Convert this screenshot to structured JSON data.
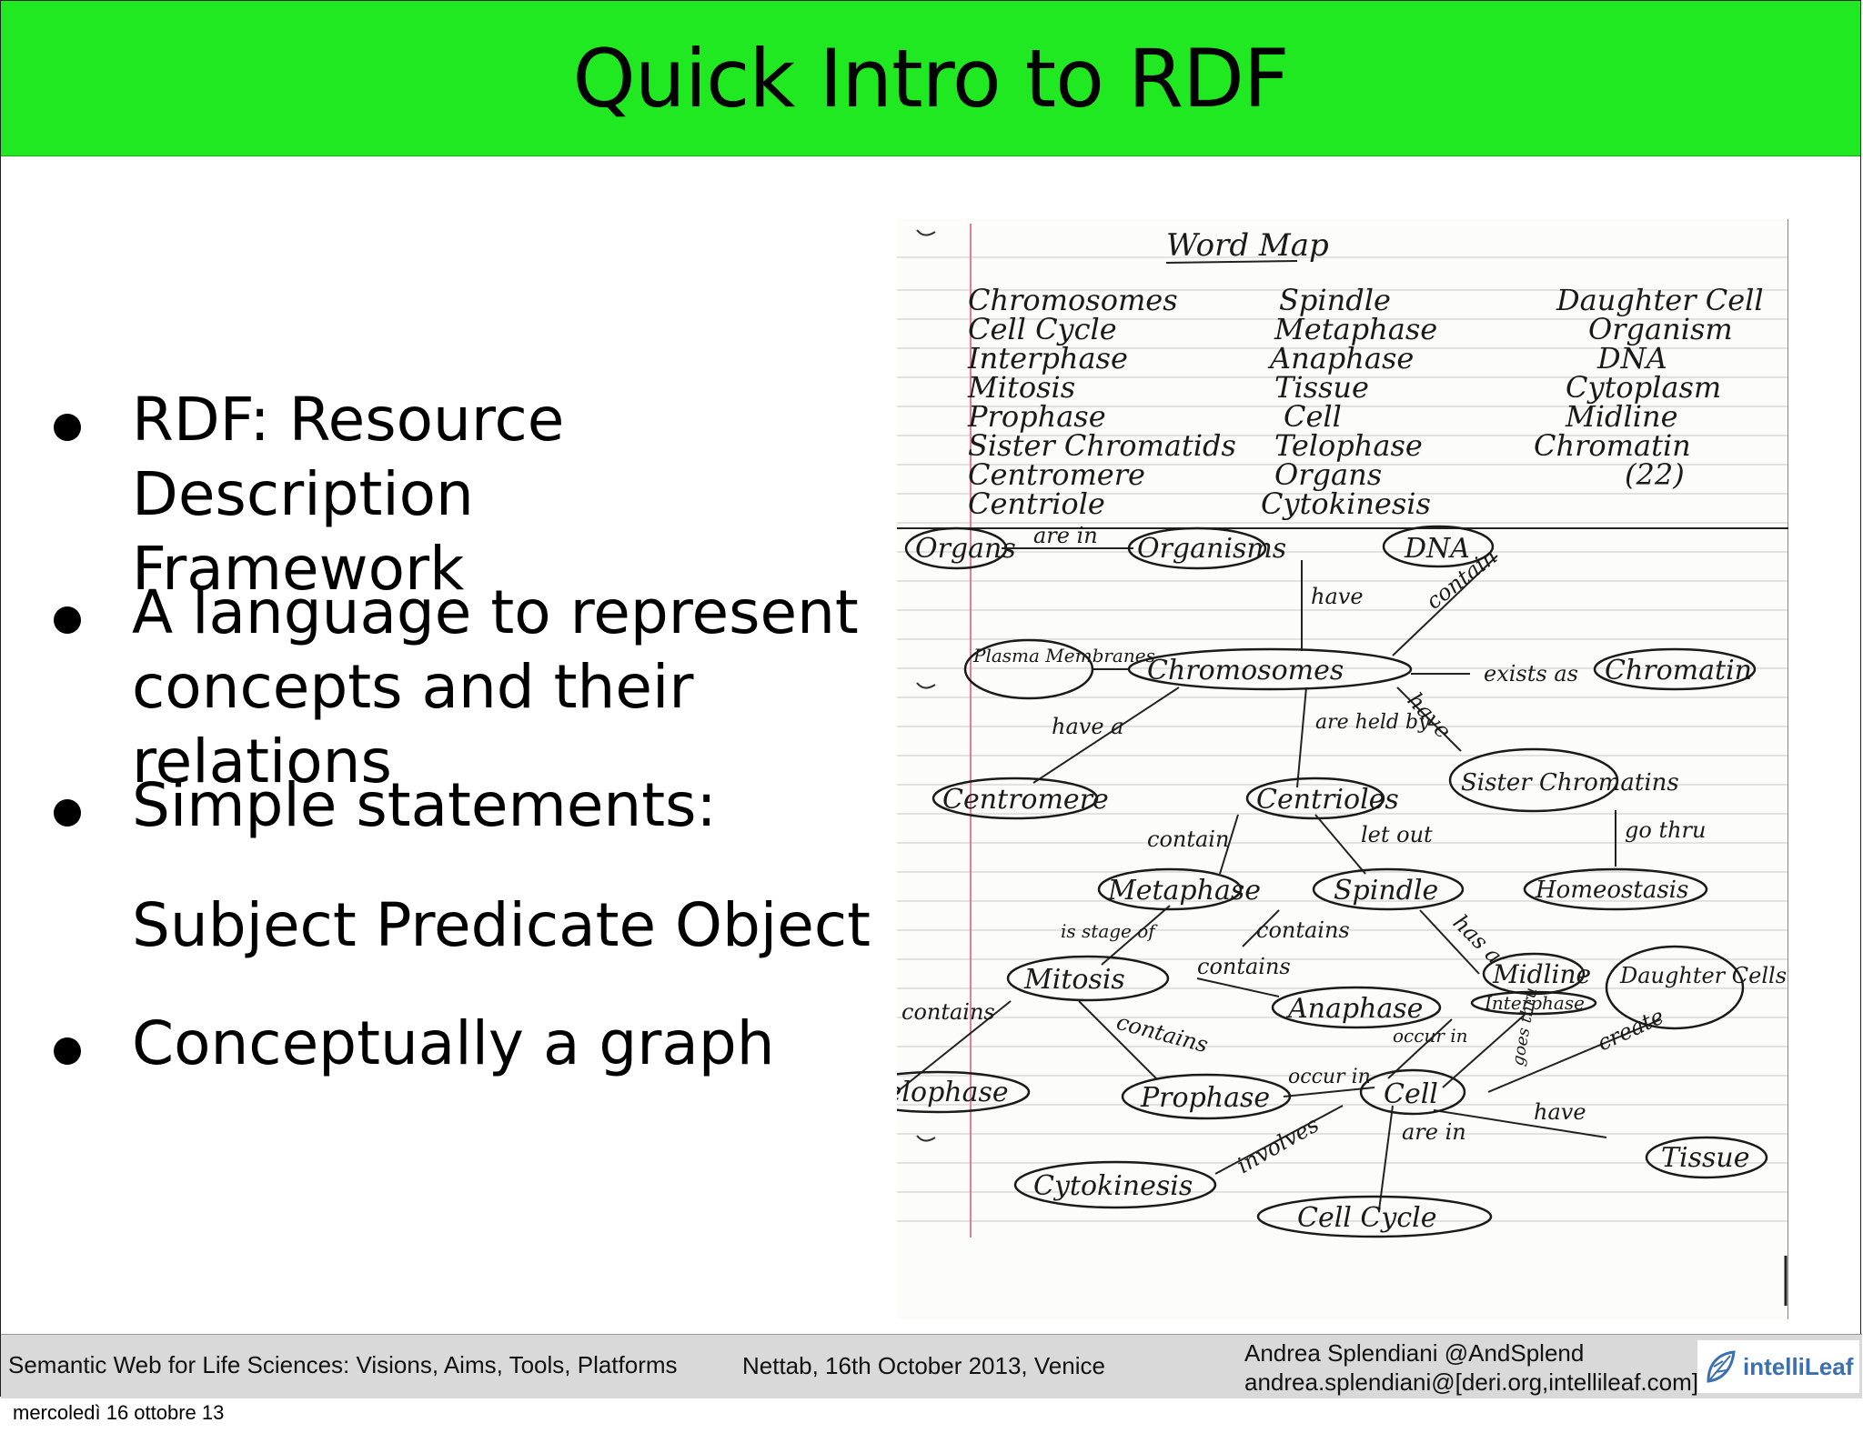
{
  "slide": {
    "title": "Quick Intro to RDF",
    "bullets": [
      {
        "line1": "RDF: Resource Description",
        "line2": "Framework"
      },
      {
        "line1": "A language to represent",
        "line2": "concepts and their relations"
      },
      {
        "line1": "Simple statements:",
        "line2": ""
      },
      {
        "line1": "Conceptually a graph",
        "line2": ""
      }
    ],
    "sub_statement": "Subject Predicate Object"
  },
  "word_map": {
    "heading": "Word Map",
    "word_list_col1": [
      "Chromosomes",
      "Cell Cycle",
      "Interphase",
      "Mitosis",
      "Prophase",
      "Sister Chromatids",
      "Centromere",
      "Centriole"
    ],
    "word_list_col2": [
      "Spindle",
      "Metaphase",
      "Anaphase",
      "Tissue",
      "Cell",
      "Telophase",
      "Organs",
      "Cytokinesis"
    ],
    "word_list_col3": [
      "Daughter Cell",
      "Organism",
      "DNA",
      "Cytoplasm",
      "Midline",
      "Chromatin",
      "(22)"
    ],
    "nodes": {
      "organs": "Organs",
      "organisms": "Organisms",
      "dna": "DNA",
      "plasma": "Plasma Membranes",
      "chromosomes": "Chromosomes",
      "chromatin": "Chromatin",
      "centromere": "Centromere",
      "centrioles": "Centrioles",
      "sister": "Sister Chromatins",
      "metaphase": "Metaphase",
      "spindle": "Spindle",
      "homeostasis": "Homeostasis",
      "mitosis": "Mitosis",
      "anaphase": "Anaphase",
      "midline": "Midline",
      "daughter": "Daughter Cells",
      "interphase": "Interphase",
      "telophase": "Telophase",
      "prophase": "Prophase",
      "cell": "Cell",
      "tissue": "Tissue",
      "cytokinesis": "Cytokinesis",
      "cellcycle": "Cell Cycle"
    },
    "edges": {
      "are_in": "are in",
      "have": "have",
      "contain": "contain",
      "exists_as": "exists as",
      "have_a": "have a",
      "are_held_by": "are held by",
      "have2": "have",
      "go_thru": "go thru",
      "contain2": "contain",
      "let_out": "let out",
      "is_stage_of": "is stage of",
      "contains": "contains",
      "has_a": "has a",
      "contains2": "contains",
      "contains3": "contains",
      "contains4": "contains",
      "occur_in": "occur in",
      "occur_in2": "occur in",
      "create": "create",
      "have3": "have",
      "are_in2": "are in",
      "involves": "involves",
      "goes_thru": "goes thru"
    }
  },
  "footer": {
    "left": "Semantic Web for Life Sciences: Visions, Aims, Tools, Platforms",
    "middle": "Nettab, 16th October 2013, Venice",
    "right_line1": "Andrea Splendiani @AndSplend",
    "right_line2": "andrea.splendiani@[deri.org,intellileaf.com]",
    "logo_text": "intelliLeaf"
  },
  "timestamp": "mercoledì 16 ottobre 13",
  "colors": {
    "title_bar": "#21e921",
    "footer_bg": "#d9d9d9",
    "logo_text": "#3a6fb0",
    "margin_line": "#e87a9a"
  }
}
